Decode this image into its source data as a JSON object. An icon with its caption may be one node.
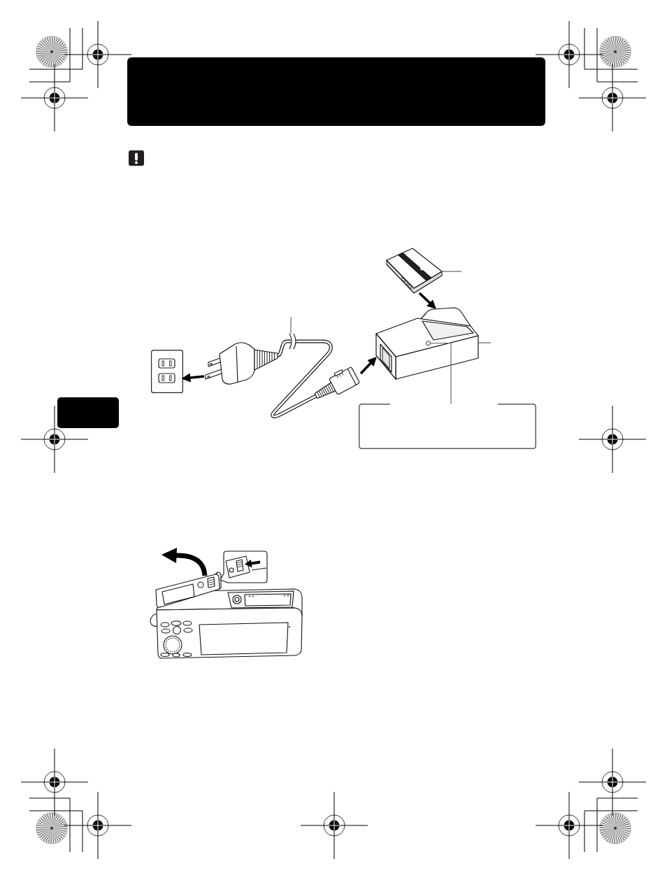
{
  "diagram": {
    "nodes": [
      {
        "text": [],
        "shape": "bar"
      },
      {
        "text": [],
        "shape": "picture"
      },
      {
        "text": [],
        "shape": "picture"
      },
      {
        "text": [],
        "shape": "picture"
      },
      {
        "text": [],
        "shape": "circle",
        "in": 3
      },
      {
        "text": [],
        "shape": "picture"
      },
      {
        "text": [],
        "shape": "box"
      },
      {
        "text": [],
        "shape": "box"
      }
    ],
    "edges": [
      {
        "from": 2,
        "to": 5,
        "arrow": "to",
        "style": "thick",
        "color": "#000000"
      },
      {
        "from": 2,
        "to": 3,
        "arrow": "to",
        "style": "thick",
        "color": "#000000"
      },
      {
        "from": 1,
        "to": 3,
        "arrow": "to",
        "style": "thick",
        "color": "#000000"
      },
      {
        "from": null,
        "to": 1,
        "arrow": "none"
      },
      {
        "from": null,
        "to": 2,
        "arrow": "none"
      },
      {
        "from": null,
        "to": 3,
        "arrow": "none"
      },
      {
        "from": 7,
        "to": 4,
        "arrow": "none"
      }
    ]
  }
}
